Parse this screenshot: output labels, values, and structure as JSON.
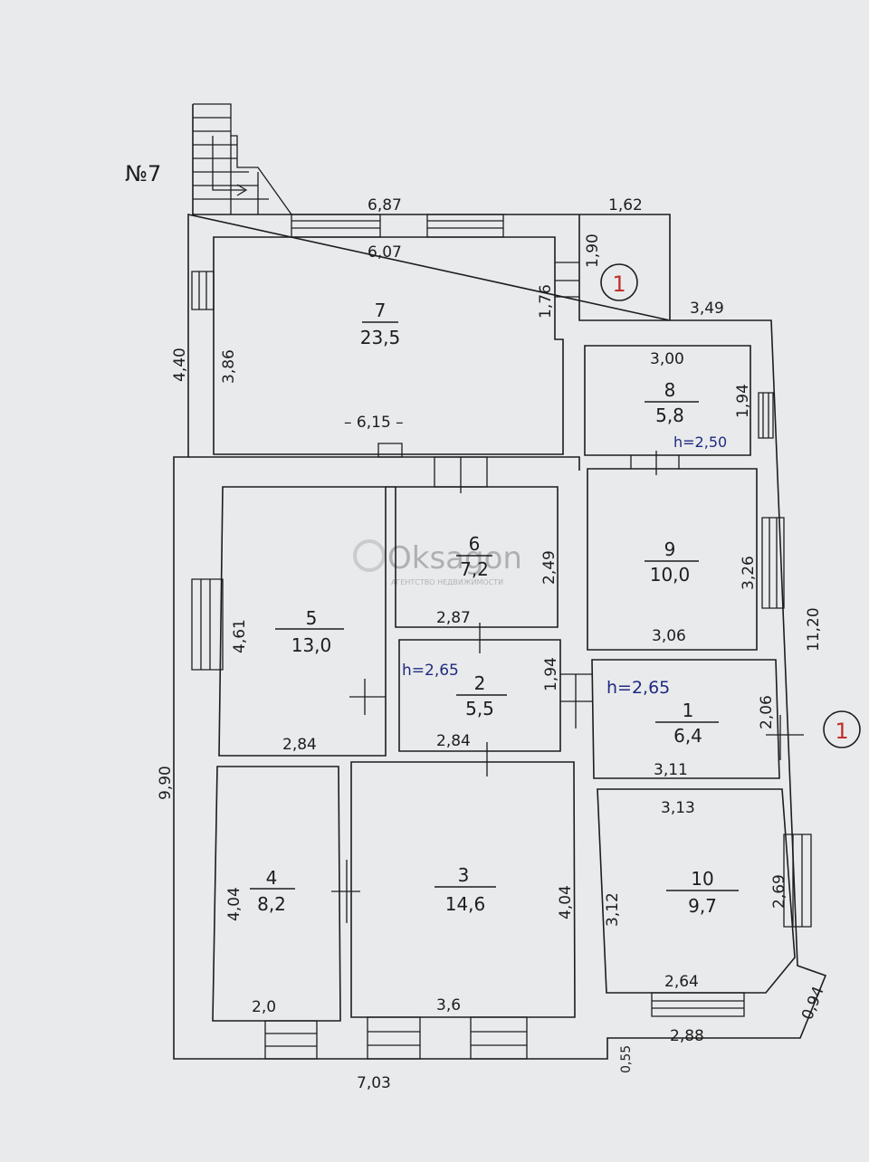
{
  "sheet": {
    "number": "№7",
    "watermark": "Oksagon",
    "watermark_sub": "АГЕНТСТВО НЕДВИЖИМОСТИ"
  },
  "rooms": [
    {
      "id": "7",
      "area": "23,5"
    },
    {
      "id": "8",
      "area": "5,8"
    },
    {
      "id": "9",
      "area": "10,0"
    },
    {
      "id": "6",
      "area": "7,2"
    },
    {
      "id": "5",
      "area": "13,0"
    },
    {
      "id": "2",
      "area": "5,5"
    },
    {
      "id": "1",
      "area": "6,4"
    },
    {
      "id": "4",
      "area": "8,2"
    },
    {
      "id": "3",
      "area": "14,6"
    },
    {
      "id": "10",
      "area": "9,7"
    }
  ],
  "dimensions": {
    "top_outer": "6,87",
    "top_inner": "6,07",
    "step_top": "1,62",
    "step_h": "1,90",
    "step_h2": "1,76",
    "right_top": "3,49",
    "left_outer_top": "4,40",
    "left_inner_top": "3,86",
    "r7_width": "– 6,15 –",
    "r8_width": "3,00",
    "r8_height": "1,94",
    "r6_height": "2,49",
    "r6_width": "2,87",
    "r9_height": "3,26",
    "right_total": "11,20",
    "r9_width": "3,06",
    "r5_height": "4,61",
    "r2_height": "1,94",
    "r1_height": "2,06",
    "r5_width": "2,84",
    "r2_width": "2,84",
    "r1_width": "3,11",
    "r10_width_top": "3,13",
    "left_outer_total": "9,90",
    "r4_height": "4,04",
    "r3_height": "4,04",
    "r10_height": "3,12",
    "r10_right": "2,69",
    "r10_bottom": "2,64",
    "r4_width": "2,0",
    "r3_width": "3,6",
    "bottom_right_outer": "2,88",
    "diag": "0,94",
    "jog": "0,55",
    "bottom_outer": "7,03"
  },
  "heights": {
    "h8": "h=2,50",
    "h2": "h=2,65",
    "h1": "h=2,65"
  },
  "markers": {
    "m1": "1",
    "m2": "1"
  }
}
